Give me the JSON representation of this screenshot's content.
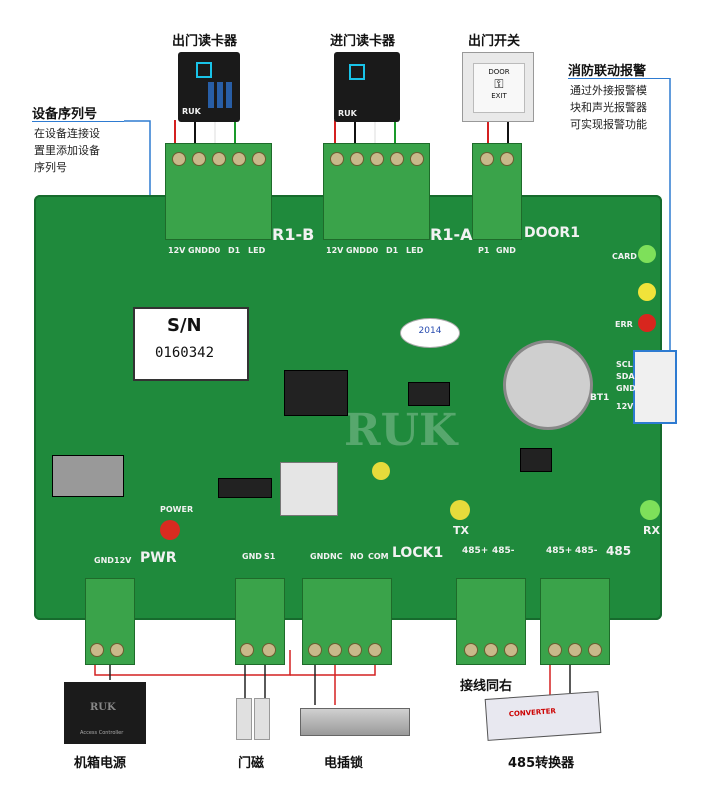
{
  "labels": {
    "exit_reader": "出门读卡器",
    "entry_reader": "进门读卡器",
    "exit_switch": "出门开关",
    "fire_alarm": "消防联动报警",
    "fire_alarm_desc": [
      "通过外接报警模",
      "块和声光报警器",
      "可实现报警功能"
    ],
    "device_serial": "设备序列号",
    "device_serial_desc": [
      "在设备连接设",
      "置里添加设备",
      "序列号"
    ],
    "chassis_power": "机箱电源",
    "door_sensor": "门磁",
    "electric_lock": "电插锁",
    "wiring_same_right": "接线同右",
    "converter_485": "485转换器"
  },
  "pcb": {
    "sn_label": "S/N",
    "sn_value": "0160342",
    "r1b": "R1-B",
    "r1a": "R1-A",
    "door1": "DOOR1",
    "pwr": "PWR",
    "lock1": "LOCK1",
    "rs485": "485",
    "power": "POWER",
    "tx": "TX",
    "rx": "RX",
    "card": "CARD",
    "err": "ERR",
    "bt1": "BT1",
    "watermark": "RUK",
    "year": "2014",
    "pin_labels_reader": [
      "12V",
      "GND",
      "D0",
      "D1",
      "LED"
    ],
    "pin_labels_door": [
      "P1",
      "GND"
    ],
    "pin_labels_pwr": [
      "GND",
      "12V"
    ],
    "pin_labels_s1": [
      "GND",
      "S1"
    ],
    "pin_labels_lock": [
      "GND",
      "NC",
      "NO",
      "COM"
    ],
    "pin_labels_485a": [
      "485+",
      "485-"
    ],
    "pin_labels_485b": [
      "485+",
      "485-"
    ],
    "sc_pins": [
      "SCL",
      "SDA",
      "GND",
      "12V"
    ]
  },
  "devices": {
    "reader_brand": "RUK",
    "exit_button_line1": "DOOR",
    "exit_button_line2": "EXIT",
    "power_box_brand": "RUK",
    "power_box_sub": "Access Controller",
    "converter_text": "CONVERTER"
  },
  "colors": {
    "pcb_green": "#1f8a3c",
    "terminal_green": "#3aa34a",
    "leader_blue": "#2e7bd1",
    "wire_red": "#d42020"
  }
}
